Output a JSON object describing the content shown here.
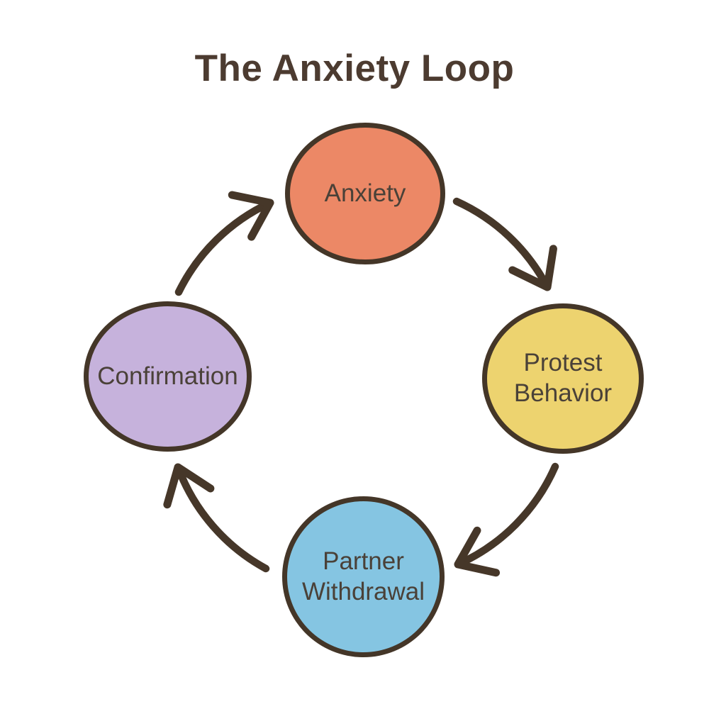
{
  "title": "The Anxiety Loop",
  "colors": {
    "background": "#ffffff",
    "title_text": "#4c3b30",
    "node_outline": "#443628",
    "node_label_text": "#4a4138",
    "arrow": "#463729",
    "anxiety_fill": "#ec8866",
    "protest_fill": "#edd36f",
    "partner_fill": "#85c5e2",
    "confirmation_fill": "#c6b2dc"
  },
  "nodes": [
    {
      "id": "anxiety",
      "label": "Anxiety",
      "lines": [
        "Anxiety"
      ],
      "fill": "#ec8866"
    },
    {
      "id": "protest-behavior",
      "label": "Protest Behavior",
      "lines": [
        "Protest",
        "Behavior"
      ],
      "fill": "#edd36f"
    },
    {
      "id": "partner-withdrawal",
      "label": "Partner Withdrawal",
      "lines": [
        "Partner",
        "Withdrawal"
      ],
      "fill": "#85c5e2"
    },
    {
      "id": "confirmation",
      "label": "Confirmation",
      "lines": [
        "Confirmation"
      ],
      "fill": "#c6b2dc"
    }
  ],
  "edges": [
    {
      "from": "anxiety",
      "to": "protest-behavior"
    },
    {
      "from": "protest-behavior",
      "to": "partner-withdrawal"
    },
    {
      "from": "partner-withdrawal",
      "to": "confirmation"
    },
    {
      "from": "confirmation",
      "to": "anxiety"
    }
  ]
}
